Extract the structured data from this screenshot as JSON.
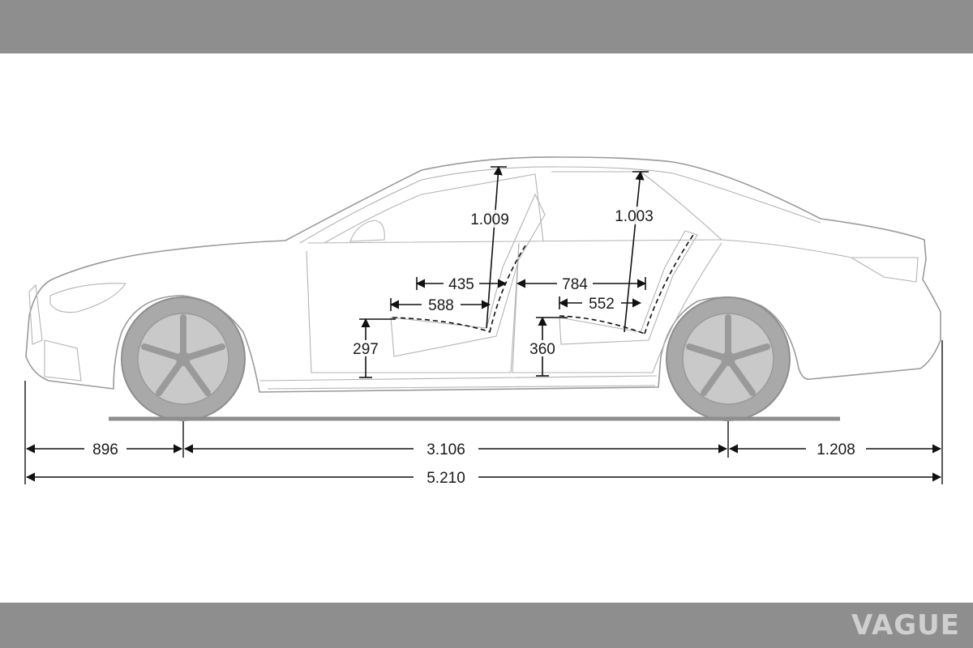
{
  "header_band_color": "#8e8e8e",
  "footer_band_color": "#8e8e8e",
  "line_color": "#9a9a9a",
  "dimension_color": "#111111",
  "logo": {
    "text": "VAGUE",
    "color": "#cfcfcf"
  },
  "dimensions": {
    "front_headroom": "1.009",
    "rear_headroom": "1.003",
    "front_seat_to_pillar": "435",
    "rear_legroom_span": "784",
    "front_seat_cushion": "588",
    "rear_seat_cushion": "552",
    "front_seat_height": "297",
    "rear_seat_height": "360",
    "front_overhang": "896",
    "wheelbase": "3.106",
    "rear_overhang": "1.208",
    "overall_length": "5.210"
  }
}
